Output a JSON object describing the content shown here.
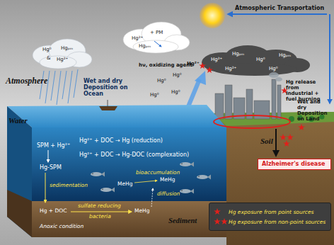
{
  "diagram": {
    "nodes": [
      {
        "text": [
          "Alzheimer's disease"
        ]
      }
    ],
    "labels": [
      "Atmosphere",
      "Water",
      "Soil",
      "Sediment",
      "Hg⁰",
      "Hgₚₘ",
      "&",
      "Hg²⁺",
      "Hg²⁺",
      "+ PM",
      "Hgₚₘ",
      "Atmospheric Transportation",
      "Hg²⁺",
      "Hgₚₘ",
      "Hg⁰",
      "Hgₚₘ",
      "Hg²⁺",
      "Hg⁰",
      "hν, oxidizing agent",
      "Hg²⁺",
      "Hg⁰",
      "Hg⁰",
      "Hg⁰",
      "Hg⁰",
      "Wet and dry Deposition on Ocean",
      "Hg release from Industrial + fuel burning",
      "Wet and dry Deposition on Land",
      "SPM + Hg²⁺",
      "Hg-SPM",
      "Hg²⁺ + DOC → Hg (reduction)",
      "Hg²⁺ + DOC → Hg-DOC (complexation)",
      "sedimentation",
      "bioaccumulation",
      "MeHg",
      "MeHg",
      "diffusion",
      "Hg + DOC",
      "sulfate reducing",
      "bacteria",
      "MeHg",
      "Anoxic condition"
    ],
    "legend": [
      {
        "text": "Hg exposure from point sources"
      },
      {
        "text": "Hg exposure from non-point sources"
      }
    ]
  }
}
